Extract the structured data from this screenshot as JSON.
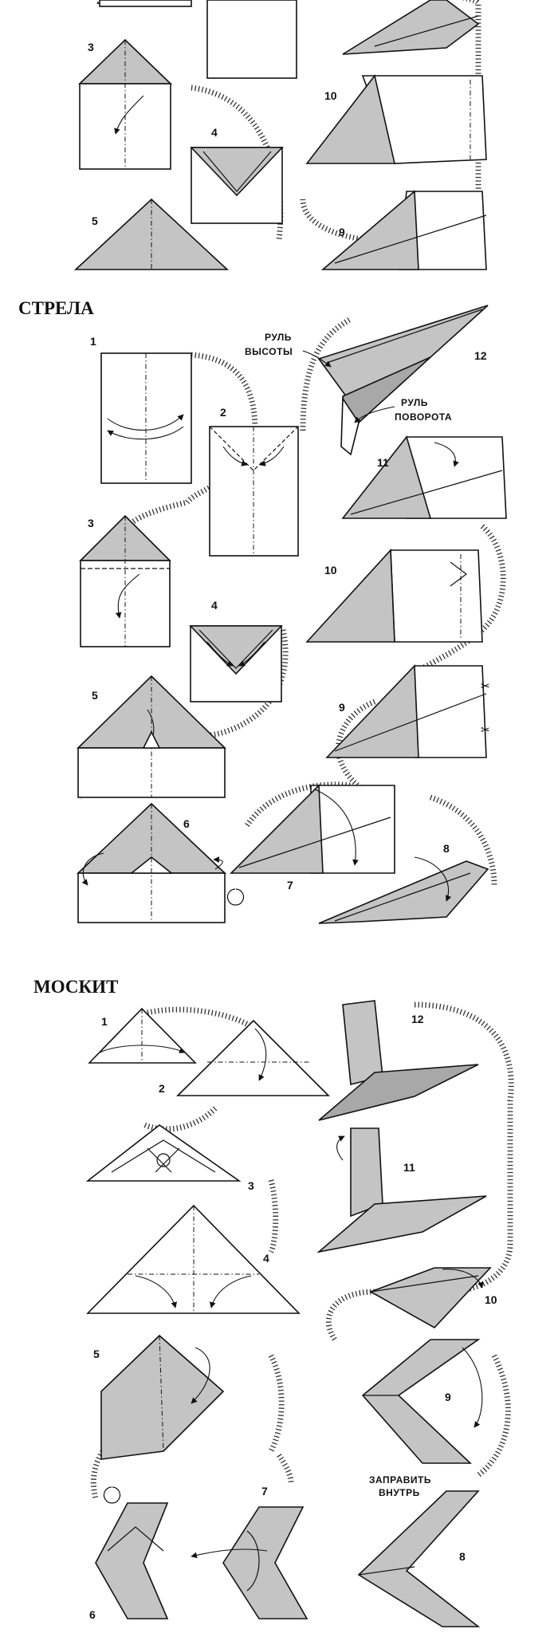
{
  "sections": [
    {
      "title": "",
      "steps": [
        "3",
        "4",
        "5",
        "9",
        "10"
      ],
      "labels": []
    },
    {
      "title": "СТРЕЛА",
      "steps": [
        "1",
        "2",
        "3",
        "4",
        "5",
        "6",
        "7",
        "8",
        "9",
        "10",
        "11",
        "12"
      ],
      "labels": [
        "РУЛЬ",
        "ВЫСОТЫ",
        "РУЛЬ",
        "ПОВОРОТА"
      ]
    },
    {
      "title": "МОСКИТ",
      "steps": [
        "1",
        "2",
        "3",
        "4",
        "5",
        "6",
        "7",
        "8",
        "9",
        "10",
        "11",
        "12"
      ],
      "labels": [
        "ЗАПРАВИТЬ",
        "ВНУТРЬ"
      ]
    }
  ]
}
